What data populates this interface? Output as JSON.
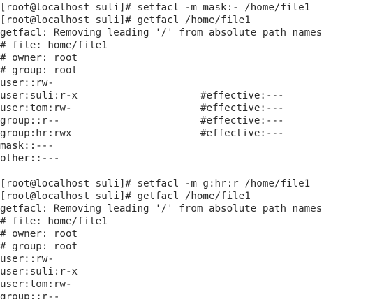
{
  "terminal": {
    "lines": [
      {
        "text": "[root@localhost suli]# setfacl -m mask:- /home/file1"
      },
      {
        "text": "[root@localhost suli]# getfacl /home/file1"
      },
      {
        "text": "getfacl: Removing leading '/' from absolute path names"
      },
      {
        "text": "# file: home/file1"
      },
      {
        "text": "# owner: root"
      },
      {
        "text": "# group: root"
      },
      {
        "text": "user::rw-"
      },
      {
        "text": "user:suli:r-x",
        "effective": "#effective:---"
      },
      {
        "text": "user:tom:rw-",
        "effective": "#effective:---"
      },
      {
        "text": "group::r--",
        "effective": "#effective:---"
      },
      {
        "text": "group:hr:rwx",
        "effective": "#effective:---"
      },
      {
        "text": "mask::---"
      },
      {
        "text": "other::---"
      },
      {
        "text": ""
      },
      {
        "text": "[root@localhost suli]# setfacl -m g:hr:r /home/file1"
      },
      {
        "text": "[root@localhost suli]# getfacl /home/file1"
      },
      {
        "text": "getfacl: Removing leading '/' from absolute path names"
      },
      {
        "text": "# file: home/file1"
      },
      {
        "text": "# owner: root"
      },
      {
        "text": "# group: root"
      },
      {
        "text": "user::rw-"
      },
      {
        "text": "user:suli:r-x"
      },
      {
        "text": "user:tom:rw-"
      },
      {
        "text": "group::r--"
      }
    ]
  }
}
